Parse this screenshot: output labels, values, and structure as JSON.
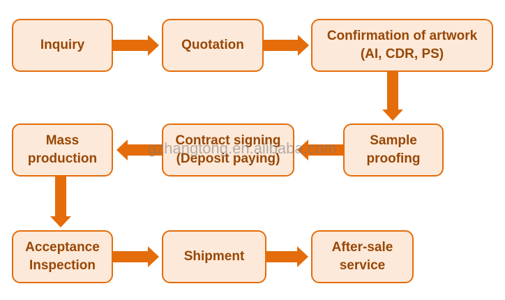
{
  "diagram": {
    "steps": [
      {
        "id": "inquiry",
        "label": "Inquiry"
      },
      {
        "id": "quotation",
        "label": "Quotation"
      },
      {
        "id": "confirmation",
        "label": "Confirmation of artwork\n(AI, CDR, PS)"
      },
      {
        "id": "sample",
        "label": "Sample\nproofing"
      },
      {
        "id": "contract",
        "label": "Contract signing\n(Deposit paying)"
      },
      {
        "id": "mass",
        "label": "Mass\nproduction"
      },
      {
        "id": "acceptance",
        "label": "Acceptance\nInspection"
      },
      {
        "id": "shipment",
        "label": "Shipment"
      },
      {
        "id": "aftersale",
        "label": "After-sale\nservice"
      }
    ],
    "flow": [
      "inquiry→quotation",
      "quotation→confirmation",
      "confirmation→sample",
      "sample→contract",
      "contract→mass",
      "mass→acceptance",
      "acceptance→shipment",
      "shipment→aftersale"
    ],
    "colors": {
      "box_fill": "#fde9d9",
      "box_border": "#e46c0a",
      "arrow": "#e46c0a",
      "text": "#974706"
    }
  },
  "watermark": "gzhangtong.en.alibaba.com"
}
